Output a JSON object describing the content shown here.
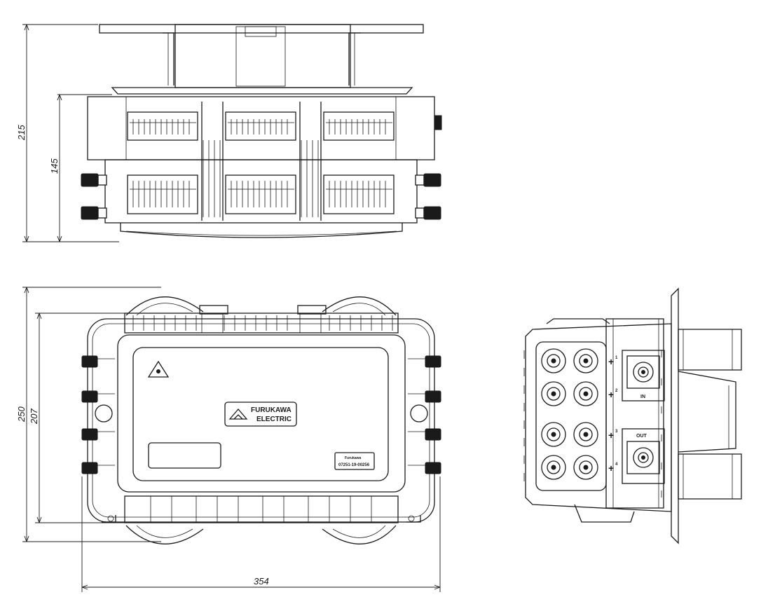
{
  "dimensions": {
    "front_total_height": "215",
    "front_body_height": "145",
    "top_total_height": "250",
    "top_body_height": "207",
    "top_width": "354"
  },
  "labels": {
    "brand_line1": "FURUKAWA",
    "brand_line2": "ELECTRIC",
    "rating_brand": "Furukawa",
    "rating_code": "07251-19-00256",
    "port_in": "IN",
    "port_out": "OUT",
    "plus_sign": "+",
    "row_labels": [
      "1",
      "2",
      "3",
      "4"
    ]
  }
}
